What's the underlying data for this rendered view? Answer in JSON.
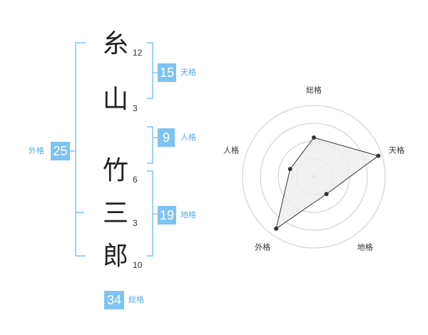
{
  "name": {
    "characters": [
      {
        "char": "糸",
        "strokes": "12"
      },
      {
        "char": "山",
        "strokes": "3"
      },
      {
        "char": "竹",
        "strokes": "6"
      },
      {
        "char": "三",
        "strokes": "3"
      },
      {
        "char": "郎",
        "strokes": "10"
      }
    ]
  },
  "fortunes": {
    "tenkaku": {
      "value": "15",
      "label": "天格"
    },
    "jinkaku": {
      "value": "9",
      "label": "人格"
    },
    "chikaku": {
      "value": "19",
      "label": "地格"
    },
    "gaikaku": {
      "value": "25",
      "label": "外格"
    },
    "soukaku": {
      "value": "34",
      "label": "総格"
    }
  },
  "colors": {
    "accent": "#7ec3f1",
    "label": "#5ea9de",
    "radar_fill": "#eeeeee",
    "radar_point": "#333333"
  },
  "chart_data": {
    "type": "radar",
    "axes": [
      "総格",
      "天格",
      "地格",
      "外格",
      "人格"
    ],
    "values": [
      0.55,
      0.95,
      0.3,
      0.9,
      0.35
    ],
    "rings": 4,
    "grid": true
  }
}
